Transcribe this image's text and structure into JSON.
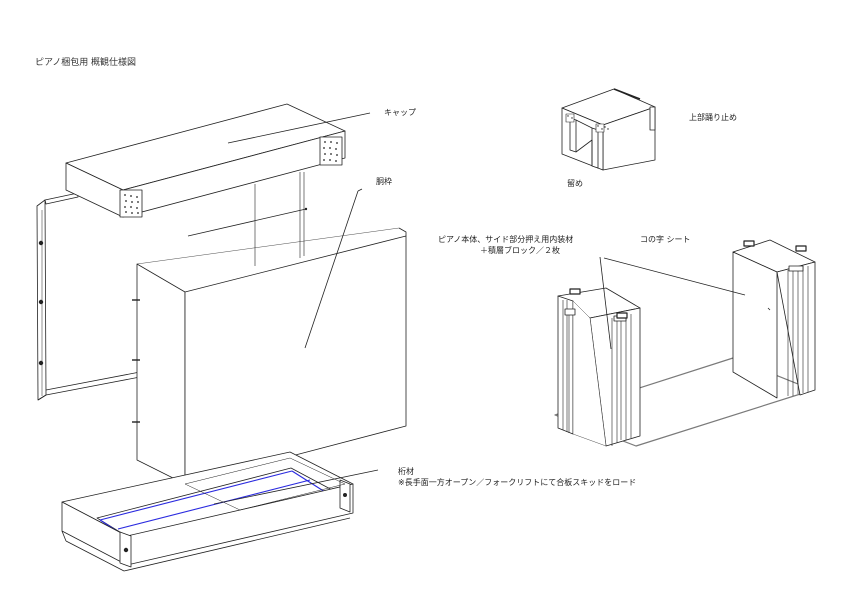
{
  "title": "ピアノ梱包用 概観仕様図",
  "labels": {
    "cap": "キャップ",
    "body": "胴枠",
    "top_stopper": "上部踊り止め",
    "stopper": "留め",
    "inner_parts_1": "ピアノ本体、サイド部分押え用内装材",
    "inner_parts_2": "＋積層ブロック／２枚",
    "c_sheet": "コの字 シート",
    "base_1": "桁材",
    "base_2": "※長手面一方オープン／フォークリフトにて合板スキッドをロード"
  },
  "colors": {
    "line": "#222222",
    "skid_accent": "#2a2adf",
    "outline_gray": "#7a7a7a"
  }
}
